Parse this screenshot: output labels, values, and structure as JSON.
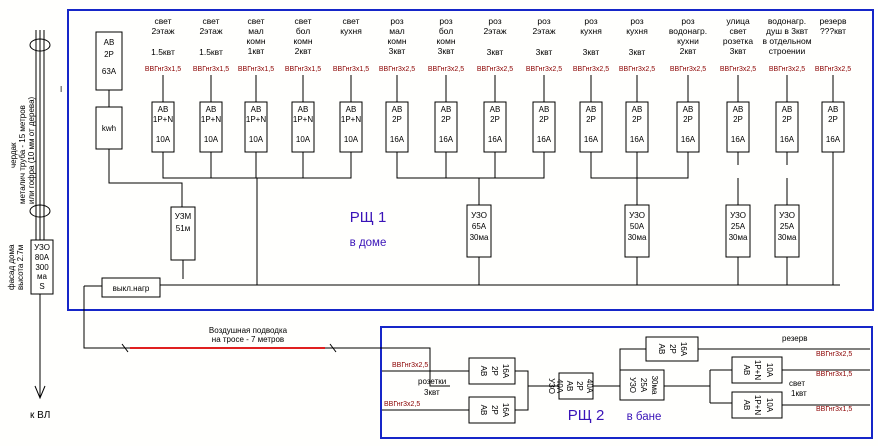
{
  "panel1": {
    "title": "РЩ  1",
    "subtitle": "в доме",
    "main_breaker": [
      "АВ",
      "2Р",
      "63А"
    ],
    "meter": "kwh",
    "uzm": [
      "УЗМ",
      "51м"
    ],
    "switch": "выкл.нагр",
    "groups": [
      {
        "label": [
          "свет",
          "2этаж"
        ],
        "power": "1.5квт",
        "cable": "ВВГнг3х1,5",
        "breaker": [
          "АВ",
          "1Р+N",
          "10А"
        ]
      },
      {
        "label": [
          "свет",
          "2этаж"
        ],
        "power": "1.5квт",
        "cable": "ВВГнг3х1,5",
        "breaker": [
          "АВ",
          "1Р+N",
          "10А"
        ]
      },
      {
        "label": [
          "свет",
          "мал",
          "комн",
          "1квт"
        ],
        "power": "",
        "cable": "ВВГнг3х1,5",
        "breaker": [
          "АВ",
          "1Р+N",
          "10А"
        ]
      },
      {
        "label": [
          "свет",
          "бол",
          "комн",
          "2квт"
        ],
        "power": "",
        "cable": "ВВГнг3х1,5",
        "breaker": [
          "АВ",
          "1Р+N",
          "10А"
        ]
      },
      {
        "label": [
          "свет",
          "кухня"
        ],
        "power": "",
        "cable": "ВВГнг3х1,5",
        "breaker": [
          "АВ",
          "1Р+N",
          "10А"
        ]
      },
      {
        "label": [
          "роз",
          "мал",
          "комн",
          "3квт"
        ],
        "power": "",
        "cable": "ВВГнг3х2,5",
        "breaker": [
          "АВ",
          "2Р",
          "16А"
        ]
      },
      {
        "label": [
          "роз",
          "бол",
          "комн",
          "3квт"
        ],
        "power": "",
        "cable": "ВВГнг3х2,5",
        "breaker": [
          "АВ",
          "2Р",
          "16А"
        ]
      },
      {
        "label": [
          "роз",
          "2этаж"
        ],
        "power": "3квт",
        "cable": "ВВГнг3х2,5",
        "breaker": [
          "АВ",
          "2Р",
          "16А"
        ]
      },
      {
        "label": [
          "роз",
          "2этаж"
        ],
        "power": "3квт",
        "cable": "ВВГнг3х2,5",
        "breaker": [
          "АВ",
          "2Р",
          "16А"
        ]
      },
      {
        "label": [
          "роз",
          "кухня"
        ],
        "power": "3квт",
        "cable": "ВВГнг3х2,5",
        "breaker": [
          "АВ",
          "2Р",
          "16А"
        ]
      },
      {
        "label": [
          "роз",
          "кухня"
        ],
        "power": "3квт",
        "cable": "ВВГнг3х2,5",
        "breaker": [
          "АВ",
          "2Р",
          "16А"
        ]
      },
      {
        "label": [
          "роз",
          "водонагр.",
          "кухни",
          "2квт"
        ],
        "power": "",
        "cable": "ВВГнг3х2,5",
        "breaker": [
          "АВ",
          "2Р",
          "16А"
        ]
      },
      {
        "label": [
          "улица",
          "свет",
          "розетка",
          "3квт"
        ],
        "power": "",
        "cable": "ВВГнг3х2,5",
        "breaker": [
          "АВ",
          "2Р",
          "16А"
        ]
      },
      {
        "label": [
          "водонагр.",
          "душ в 3квт",
          "в отдельном",
          "строении"
        ],
        "power": "",
        "cable": "ВВГнг3х2,5",
        "breaker": [
          "АВ",
          "2Р",
          "16А"
        ]
      },
      {
        "label": [
          "резерв",
          "???квт"
        ],
        "power": "",
        "cable": "ВВГнг3х2,5",
        "breaker": [
          "АВ",
          "2Р",
          "16А"
        ]
      }
    ],
    "rcds": [
      {
        "lines": [
          "УЗО",
          "65А",
          "30ма"
        ]
      },
      {
        "lines": [
          "УЗО",
          "50А",
          "30ма"
        ]
      },
      {
        "lines": [
          "УЗО",
          "25А",
          "30ма"
        ]
      },
      {
        "lines": [
          "УЗО",
          "25А",
          "30ма"
        ]
      }
    ]
  },
  "left": {
    "attic_label": [
      "чердак",
      "металич труба - 15 метров",
      "или гофра (10 мм от дерева)"
    ],
    "facade_label": [
      "фасад дома",
      "высота 2.7м"
    ],
    "input_rcd": [
      "УЗО",
      "80А",
      "300",
      "ма",
      "S"
    ],
    "to_grid": "к ВЛ",
    "marker": "I"
  },
  "overhead": [
    "Воздушная подводка",
    "на тросе  - 7 метров"
  ],
  "panel2": {
    "title": "РЩ  2",
    "subtitle": "в бане",
    "main_breaker": [
      "АВ",
      "2Р",
      "40А"
    ],
    "main_rcd": [
      "УЗО",
      "40А",
      "30ма"
    ],
    "rcd2": [
      "УЗО",
      "25А",
      "30ма"
    ],
    "reserve_label": "резерв",
    "reserve_breaker": [
      "АВ",
      "2Р",
      "16А"
    ],
    "sockets_label": [
      "розетки",
      "3квт"
    ],
    "socket_breaker": [
      "АВ",
      "2Р",
      "16А"
    ],
    "light_label": [
      "свет",
      "1квт"
    ],
    "light_breaker": [
      "АВ",
      "1Р+N",
      "10А"
    ],
    "cable_25": "ВВГнг3х2,5",
    "cable_15": "ВВГнг3х1,5"
  },
  "colors": {
    "panel_border": "#1626c8",
    "title_text": "#3a14b8",
    "cable_text": "#8b0000",
    "overhead_line": "#e02020"
  }
}
